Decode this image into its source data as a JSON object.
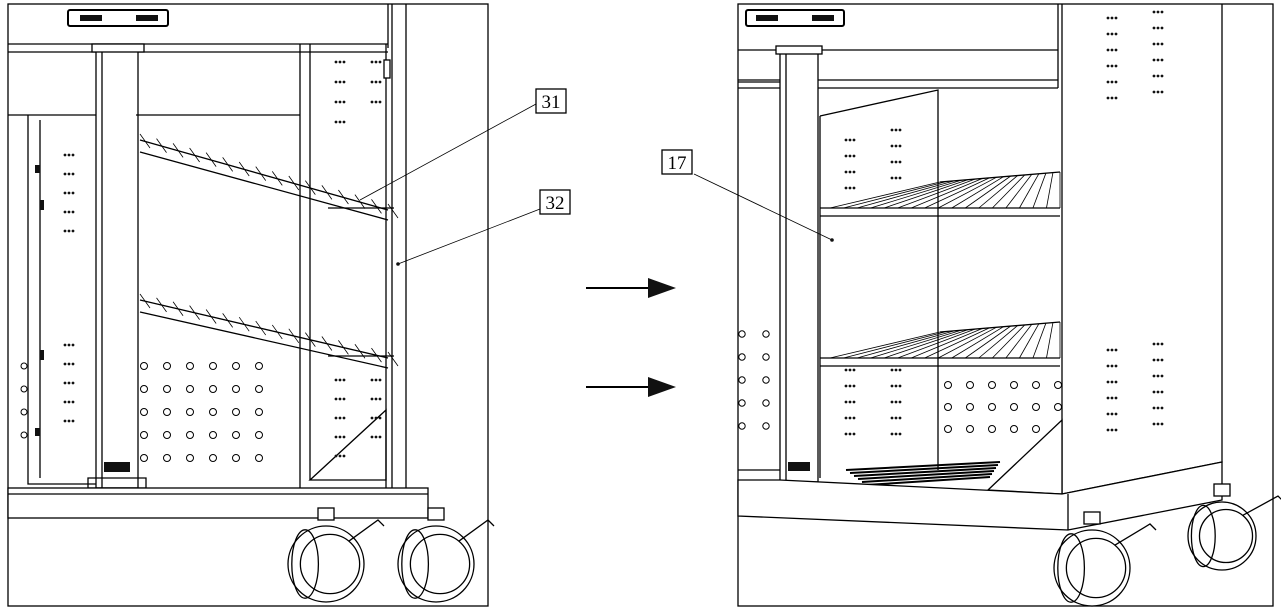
{
  "callouts": {
    "before": [
      {
        "label": "31"
      },
      {
        "label": "32"
      }
    ],
    "after": [
      {
        "label": "17"
      }
    ]
  },
  "arrows": {
    "count": 2,
    "direction": "right"
  }
}
